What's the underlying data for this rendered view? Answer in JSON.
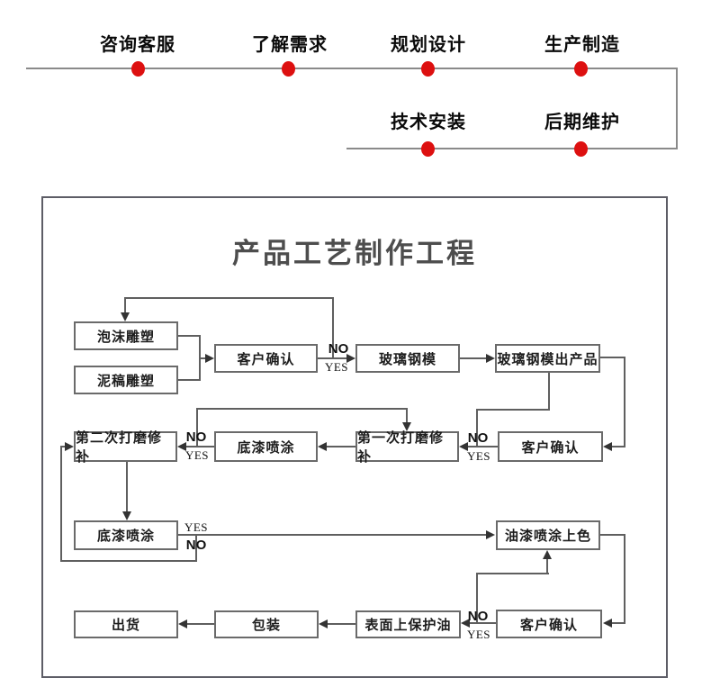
{
  "timeline": {
    "steps": [
      {
        "label": "咨询客服"
      },
      {
        "label": "了解需求"
      },
      {
        "label": "规划设计"
      },
      {
        "label": "生产制造"
      },
      {
        "label": "技术安装"
      },
      {
        "label": "后期维护"
      }
    ]
  },
  "flowchart": {
    "title": "产品工艺制作工程",
    "boxes": [
      {
        "label": "泡沫雕塑"
      },
      {
        "label": "泥稿雕塑"
      },
      {
        "label": "客户确认"
      },
      {
        "label": "玻璃钢模"
      },
      {
        "label": "玻璃钢模出产品"
      },
      {
        "label": "第二次打磨修补"
      },
      {
        "label": "底漆喷涂"
      },
      {
        "label": "第一次打磨修补"
      },
      {
        "label": "客户确认"
      },
      {
        "label": "底漆喷涂"
      },
      {
        "label": "油漆喷涂上色"
      },
      {
        "label": "出货"
      },
      {
        "label": "包装"
      },
      {
        "label": "表面上保护油"
      },
      {
        "label": "客户确认"
      }
    ],
    "decisions": [
      {
        "no": "NO",
        "yes": "YES"
      },
      {
        "no": "NO",
        "yes": "YES"
      },
      {
        "no": "NO",
        "yes": "YES"
      },
      {
        "no": "NO",
        "yes": "YES"
      },
      {
        "no": "NO",
        "yes": "YES"
      }
    ]
  },
  "colors": {
    "dot_red": "#dd1010",
    "line_gray": "#5f5f5f",
    "timeline_gray": "#8a8a8a",
    "title_gray": "#4d4d4d"
  }
}
